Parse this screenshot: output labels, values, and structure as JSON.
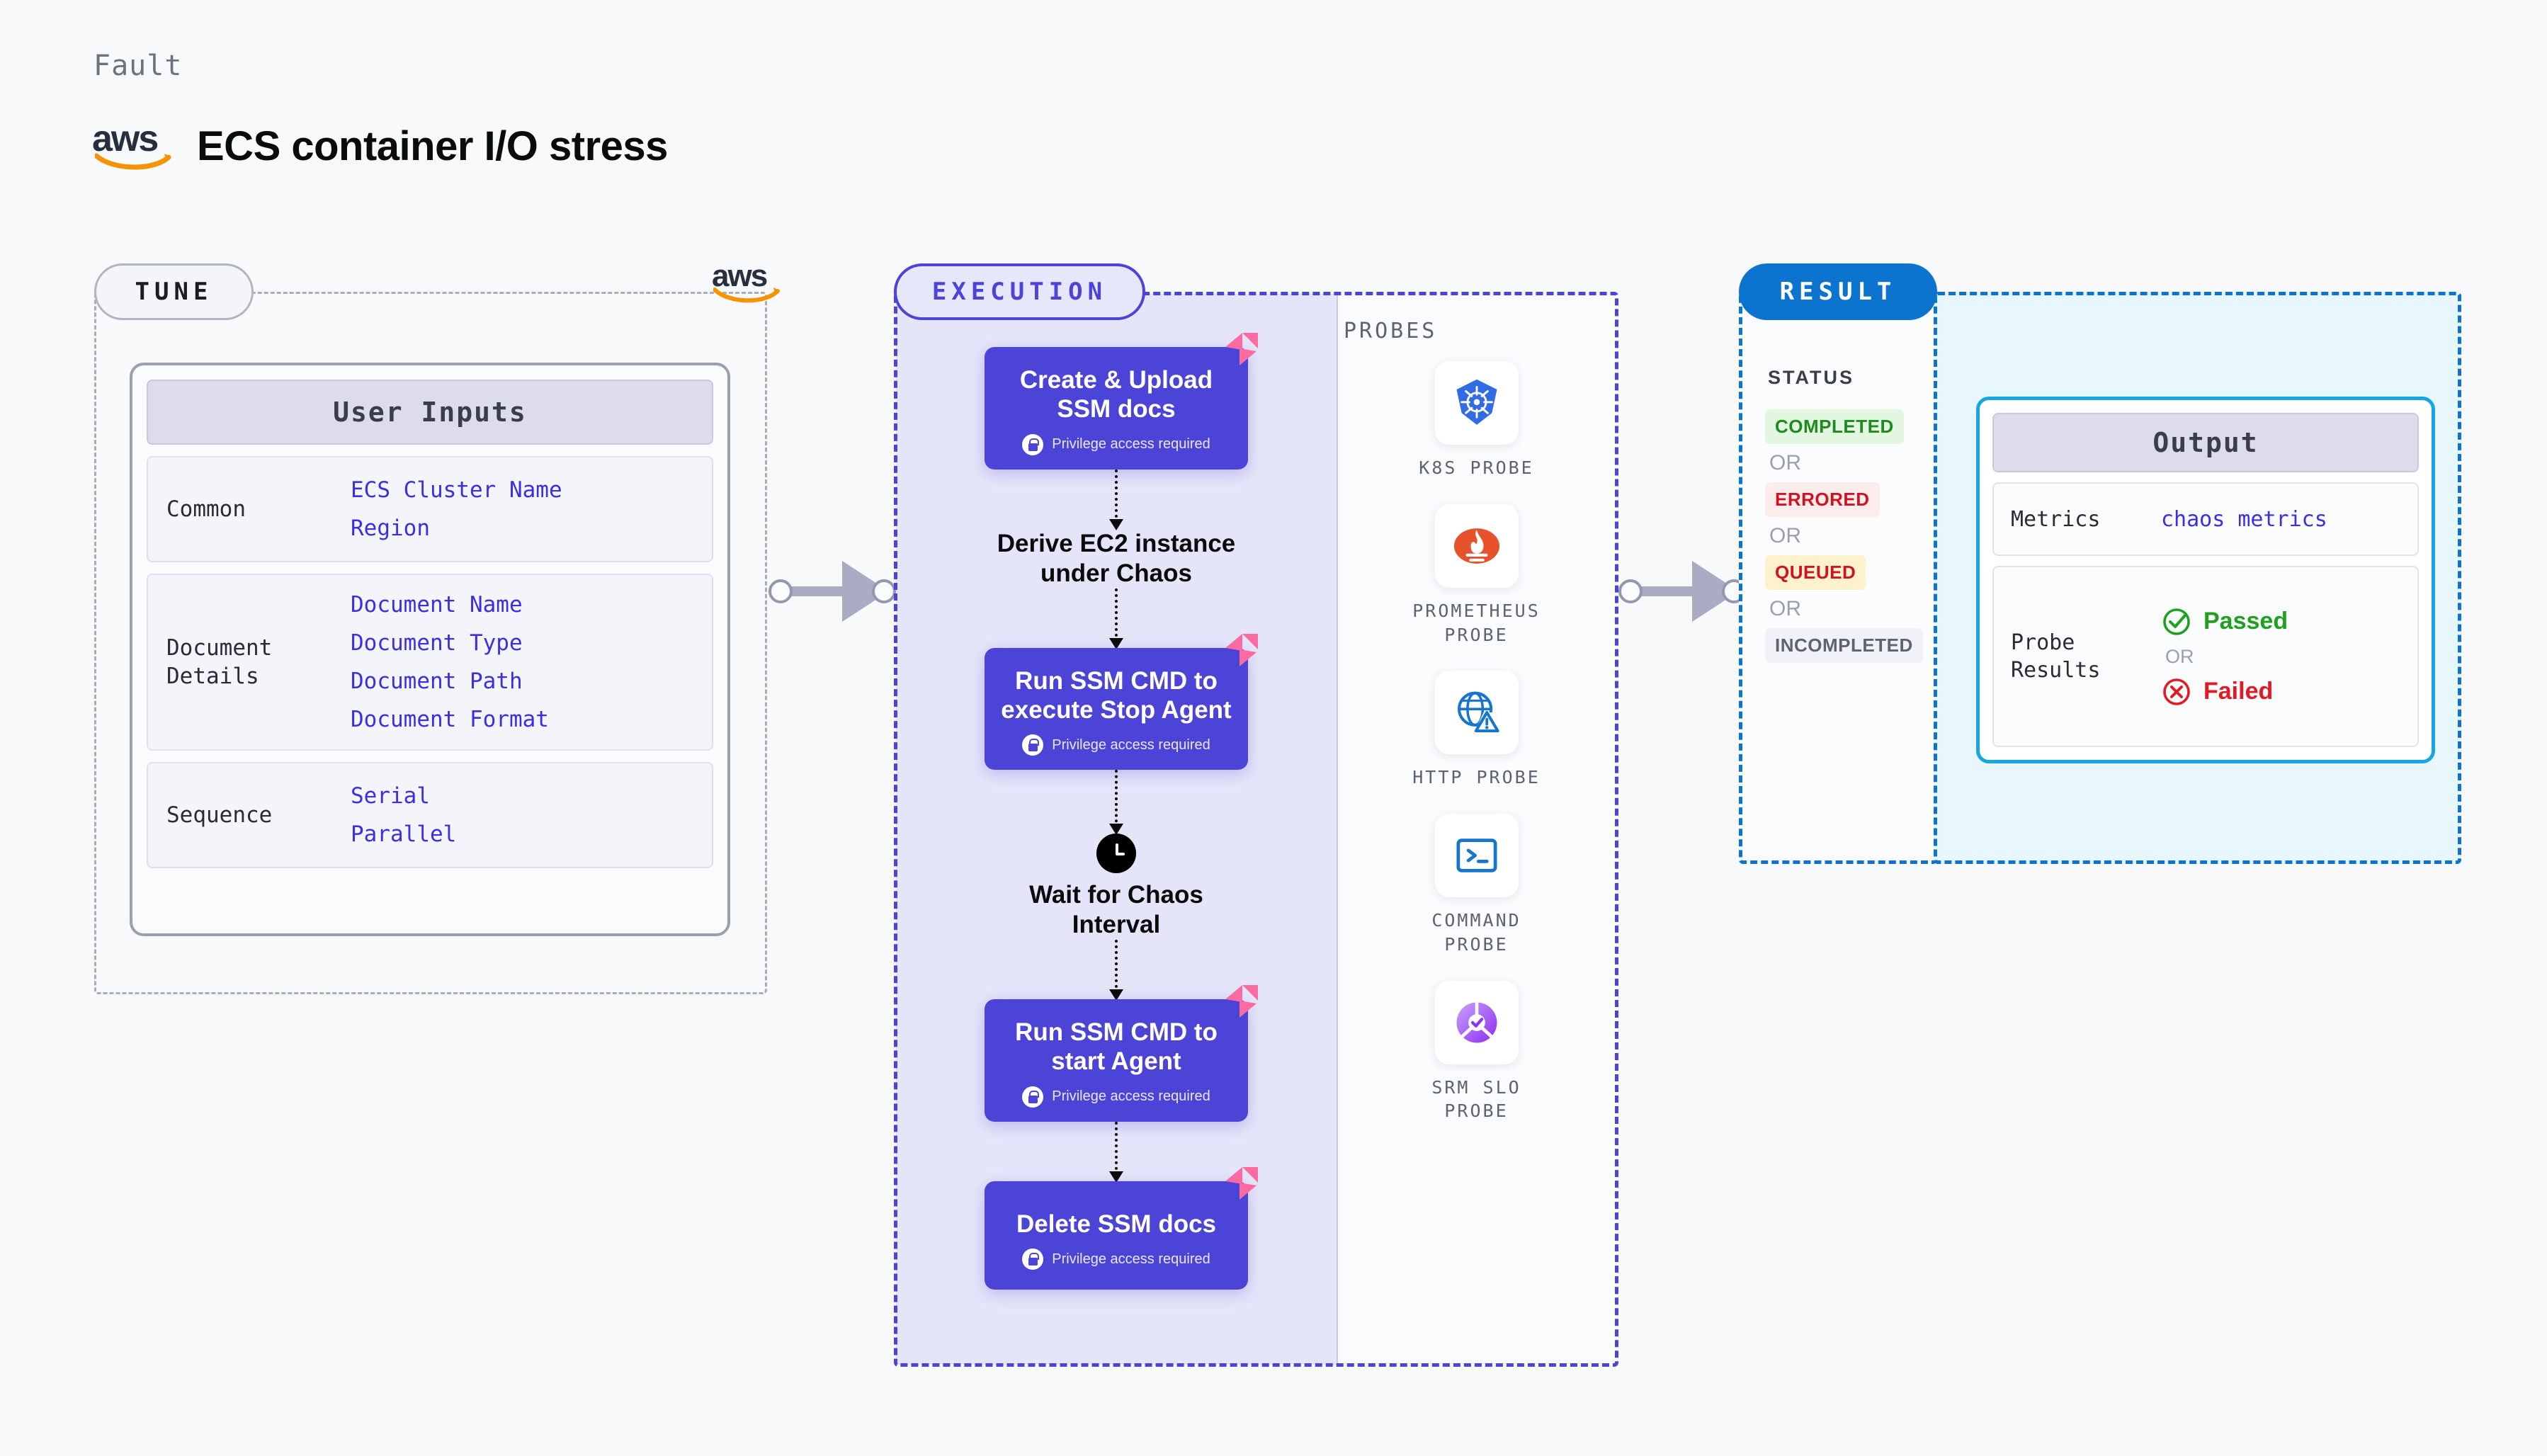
{
  "header": {
    "kicker": "Fault",
    "title": "ECS container I/O stress",
    "brand_icon": "aws-logo",
    "aws_wordmark": "aws"
  },
  "tune": {
    "chip_label": "TUNE",
    "brand_icon": "aws-logo-badge",
    "card_title": "User Inputs",
    "groups": [
      {
        "key": "Common",
        "values": [
          "ECS Cluster Name",
          "Region"
        ]
      },
      {
        "key": "Document\nDetails",
        "values": [
          "Document Name",
          "Document Type",
          "Document Path",
          "Document Format"
        ]
      },
      {
        "key": "Sequence",
        "values": [
          "Serial",
          "Parallel"
        ]
      }
    ]
  },
  "execution": {
    "chip_label": "EXECUTION",
    "privilege_note": "Privilege access required",
    "steps": [
      {
        "kind": "card",
        "title": "Create & Upload SSM docs",
        "privileged": true,
        "icon": "harness-mark"
      },
      {
        "kind": "plain",
        "title": "Derive EC2 instance under Chaos",
        "privileged": false,
        "icon": ""
      },
      {
        "kind": "card",
        "title": "Run SSM CMD to execute Stop Agent",
        "privileged": true,
        "icon": "harness-mark"
      },
      {
        "kind": "plain",
        "title": "Wait for Chaos Interval",
        "privileged": false,
        "icon": "clock-icon"
      },
      {
        "kind": "card",
        "title": "Run SSM CMD to start Agent",
        "privileged": true,
        "icon": "harness-mark"
      },
      {
        "kind": "card",
        "title": "Delete SSM docs",
        "privileged": true,
        "icon": "harness-mark"
      }
    ]
  },
  "probes": {
    "label": "PROBES",
    "items": [
      {
        "name": "K8S PROBE",
        "icon": "kubernetes-icon"
      },
      {
        "name": "PROMETHEUS PROBE",
        "icon": "prometheus-icon"
      },
      {
        "name": "HTTP PROBE",
        "icon": "http-globe-warning-icon"
      },
      {
        "name": "COMMAND PROBE",
        "icon": "terminal-icon"
      },
      {
        "name": "SRM SLO PROBE",
        "icon": "srm-slo-icon"
      }
    ]
  },
  "result": {
    "chip_label": "RESULT",
    "status_label": "STATUS",
    "or_label": "OR",
    "statuses": [
      {
        "label": "COMPLETED",
        "text_color": "#1f8a1f",
        "bg_color": "#e3f6e0"
      },
      {
        "label": "ERRORED",
        "text_color": "#cf1322",
        "bg_color": "#fdecec"
      },
      {
        "label": "QUEUED",
        "text_color": "#cf1322",
        "bg_color": "#fdf2cc"
      },
      {
        "label": "INCOMPLETED",
        "text_color": "#5d6372",
        "bg_color": "#f1f2f7"
      }
    ],
    "output": {
      "card_title": "Output",
      "metrics_key": "Metrics",
      "metrics_value": "chaos metrics",
      "probe_results_key": "Probe\nResults",
      "passed_label": "Passed",
      "failed_label": "Failed",
      "or_label": "OR",
      "passed_color": "#1fa01f",
      "failed_color": "#e01b24"
    }
  },
  "colors": {
    "accent_purple": "#4b44d6",
    "accent_blue": "#0c74cf",
    "harness_pink": "#fb6ba2",
    "aws_orange": "#f59400",
    "link_blue": "#3c2fe0"
  }
}
